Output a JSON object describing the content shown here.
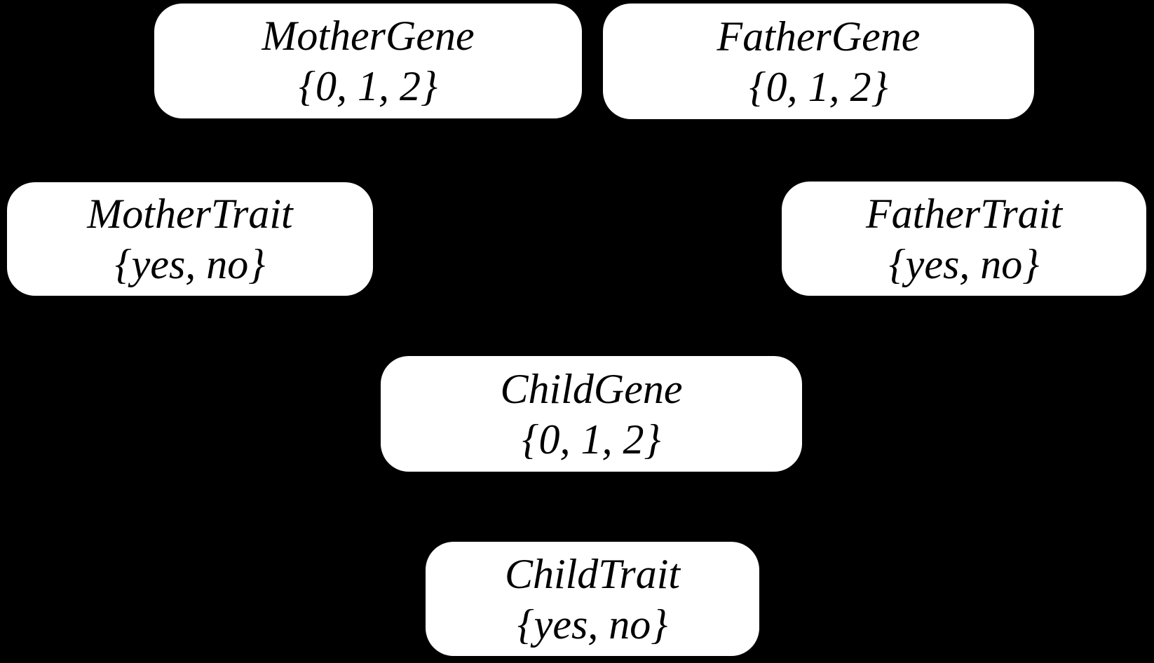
{
  "figure": {
    "type": "bayesian-network-diagram",
    "background_color": "#000000",
    "node_fill_color": "#ffffff",
    "node_text_color": "#000000",
    "edges_visible": false
  },
  "nodes": [
    {
      "name": "MotherGene",
      "domain": "{0, 1, 2}"
    },
    {
      "name": "FatherGene",
      "domain": "{0, 1, 2}"
    },
    {
      "name": "MotherTrait",
      "domain": "{yes, no}"
    },
    {
      "name": "FatherTrait",
      "domain": "{yes, no}"
    },
    {
      "name": "ChildGene",
      "domain": "{0, 1, 2}"
    },
    {
      "name": "ChildTrait",
      "domain": "{yes, no}"
    }
  ]
}
